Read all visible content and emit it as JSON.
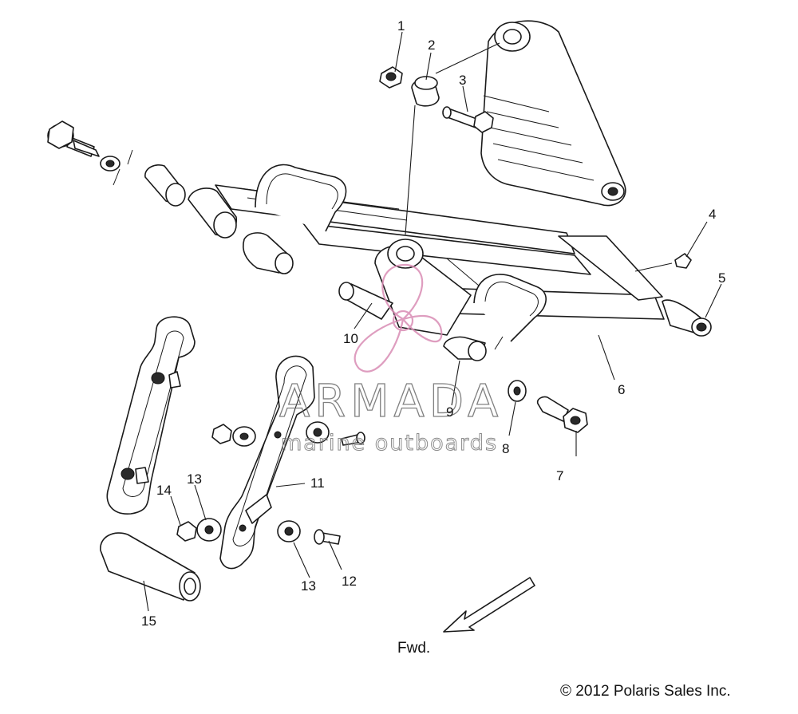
{
  "callouts": [
    {
      "id": "1",
      "label": "1"
    },
    {
      "id": "2",
      "label": "2"
    },
    {
      "id": "3",
      "label": "3"
    },
    {
      "id": "4",
      "label": "4"
    },
    {
      "id": "5",
      "label": "5"
    },
    {
      "id": "6",
      "label": "6"
    },
    {
      "id": "7",
      "label": "7"
    },
    {
      "id": "8",
      "label": "8"
    },
    {
      "id": "9",
      "label": "9"
    },
    {
      "id": "10",
      "label": "10"
    },
    {
      "id": "11",
      "label": "11"
    },
    {
      "id": "12",
      "label": "12"
    },
    {
      "id": "13a",
      "label": "13"
    },
    {
      "id": "13b",
      "label": "13"
    },
    {
      "id": "14",
      "label": "14"
    },
    {
      "id": "15",
      "label": "15"
    }
  ],
  "direction_label": "Fwd.",
  "copyright": "© 2012 Polaris Sales Inc.",
  "watermark": {
    "brand": "ARMADA",
    "tagline": "marine outboards",
    "logo_color": "#d98cb4"
  }
}
